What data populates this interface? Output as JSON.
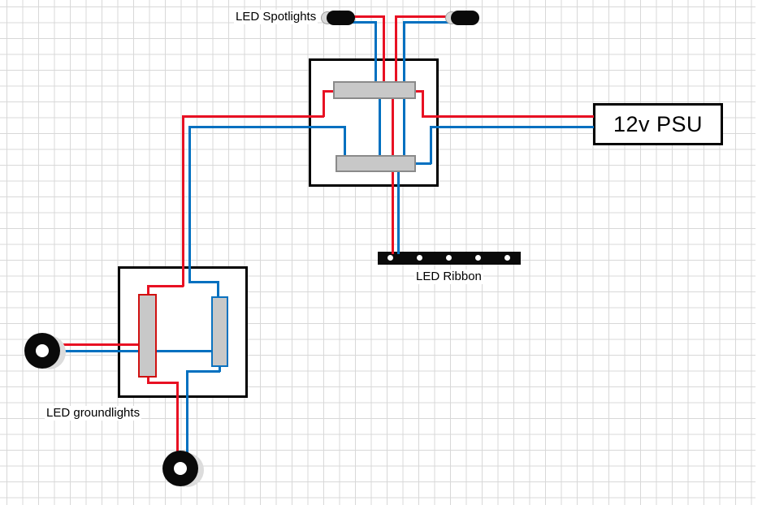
{
  "components": {
    "spotlights": {
      "label": "LED Spotlights",
      "count": 2
    },
    "psu": {
      "label": "12v PSU"
    },
    "ribbon": {
      "label": "LED Ribbon",
      "led_count": 5
    },
    "groundlights": {
      "label": "LED groundlights",
      "count": 2
    },
    "junction_boxes": {
      "count": 2,
      "terminal_blocks_per_box": 2
    }
  },
  "colors": {
    "wire_red": "#e81123",
    "wire_blue": "#0070c0",
    "terminal_fill": "#c8c8c8",
    "terminal_border": "#8a8a8a",
    "terminal_border_red": "#d01010",
    "terminal_border_blue": "#0a72c0",
    "grid_line": "#d8d8d8",
    "component_black": "#0a0a0a",
    "box_border": "#000000"
  }
}
